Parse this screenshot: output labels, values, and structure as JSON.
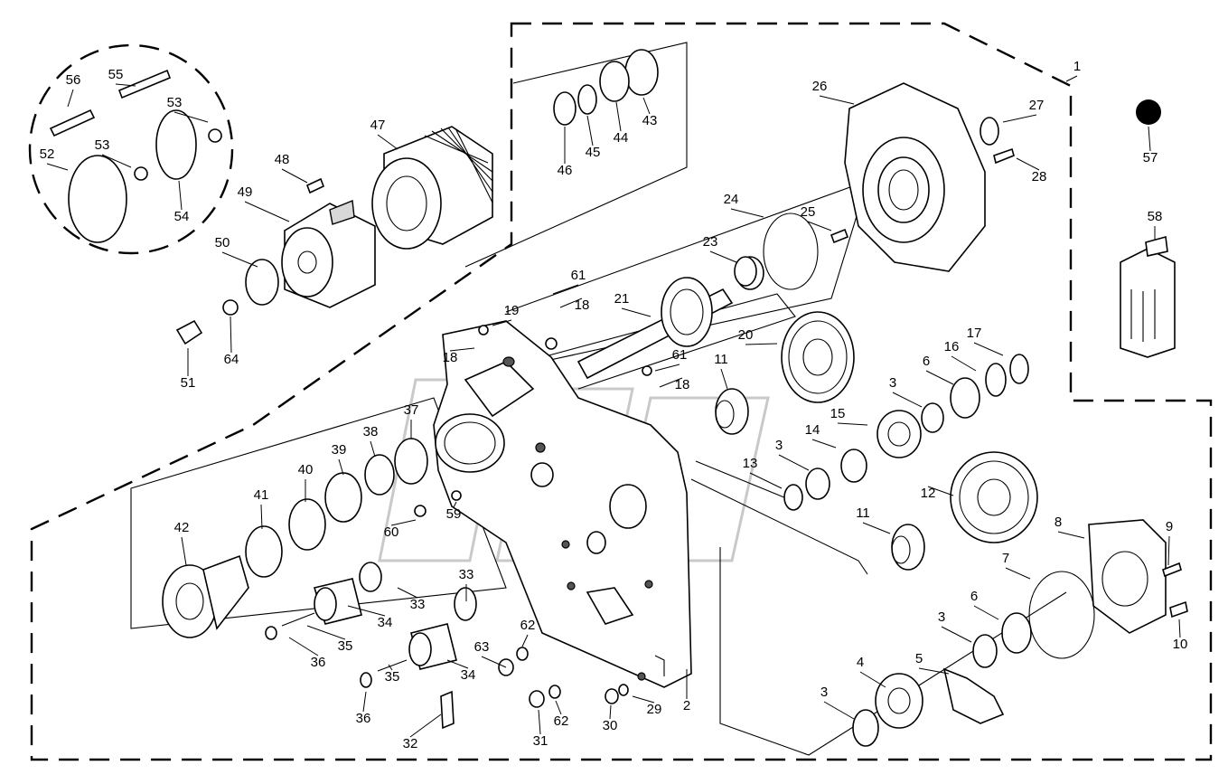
{
  "diagram": {
    "part_numbers": [
      "1",
      "2",
      "3",
      "3",
      "3",
      "3",
      "4",
      "5",
      "6",
      "6",
      "7",
      "8",
      "9",
      "10",
      "11",
      "11",
      "12",
      "13",
      "14",
      "15",
      "16",
      "17",
      "18",
      "18",
      "18",
      "19",
      "20",
      "21",
      "23",
      "24",
      "25",
      "26",
      "27",
      "28",
      "29",
      "30",
      "31",
      "32",
      "33",
      "33",
      "34",
      "34",
      "35",
      "35",
      "36",
      "36",
      "37",
      "38",
      "39",
      "40",
      "41",
      "42",
      "43",
      "44",
      "45",
      "46",
      "47",
      "48",
      "49",
      "50",
      "51",
      "52",
      "53",
      "53",
      "54",
      "55",
      "56",
      "57",
      "58",
      "59",
      "60",
      "61",
      "61",
      "62",
      "62",
      "63",
      "64"
    ]
  },
  "colors": {
    "line": "#000000",
    "background": "#ffffff",
    "fill": "#ffffff",
    "marker_57": "#000000"
  }
}
